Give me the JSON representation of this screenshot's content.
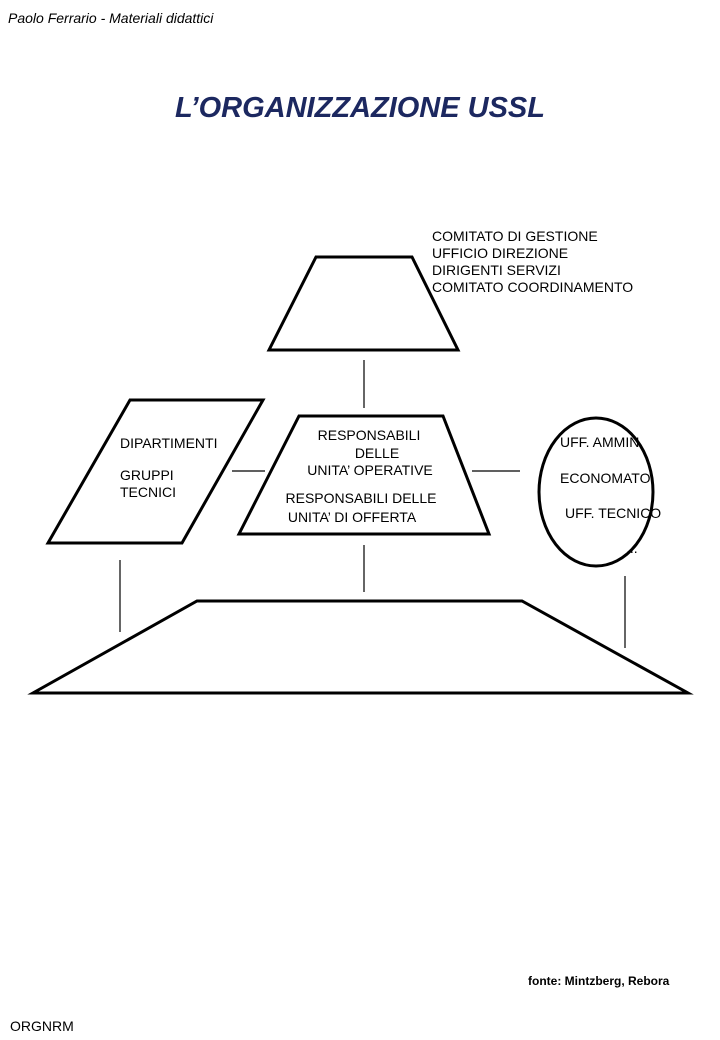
{
  "header": "Paolo Ferrario - Materiali didattici",
  "title": "L’ORGANIZZAZIONE USSL",
  "title_color": "#1c2860",
  "apex": {
    "labels": [
      "COMITATO DI GESTIONE",
      "UFFICIO DIREZIONE",
      "DIRIGENTI SERVIZI",
      "COMITATO COORDINAMENTO"
    ]
  },
  "middle_line": {
    "labels": [
      "RESPONSABILI",
      "DELLE",
      "UNITA’ OPERATIVE",
      "RESPONSABILI DELLE",
      "UNITA’ DI OFFERTA"
    ]
  },
  "technostructure": {
    "labels": [
      "DIPARTIMENTI",
      "GRUPPI",
      "TECNICI"
    ]
  },
  "support_staff": {
    "labels": [
      "UFF. AMMIN.",
      "ECONOMATO",
      "UFF. TECNICO",
      "..."
    ]
  },
  "source": "fonte: Mintzberg, Rebora",
  "code": "ORGNRM"
}
